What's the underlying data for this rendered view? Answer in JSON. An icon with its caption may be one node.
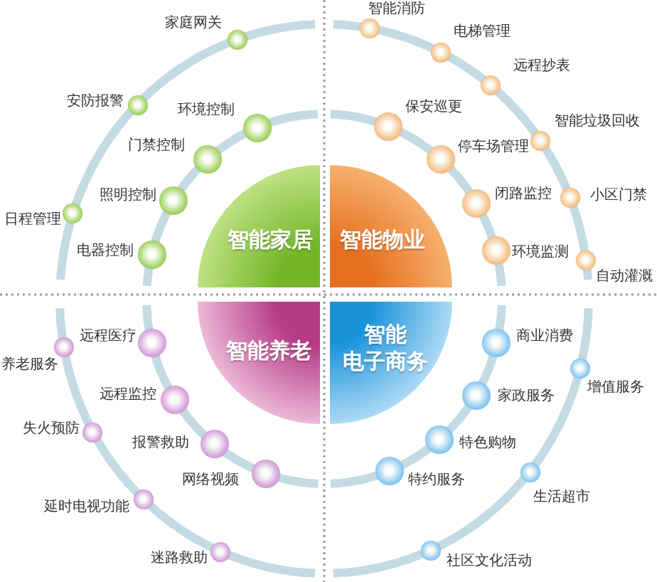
{
  "diagram": {
    "nodes": [
      {
        "text": [
          "智能家居"
        ]
      },
      {
        "text": [],
        "shape": "circle",
        "beside": [
          "环境控制"
        ]
      },
      {
        "text": [],
        "shape": "circle",
        "beside": [
          "门禁控制"
        ]
      },
      {
        "text": [],
        "shape": "circle",
        "beside": [
          "照明控制"
        ]
      },
      {
        "text": [],
        "shape": "circle",
        "beside": [
          "电器控制"
        ]
      },
      {
        "text": [],
        "shape": "circle",
        "beside": [
          "家庭网关"
        ]
      },
      {
        "text": [],
        "shape": "circle",
        "beside": [
          "安防报警"
        ]
      },
      {
        "text": [],
        "shape": "circle",
        "beside": [
          "日程管理"
        ]
      },
      {
        "text": [
          "智能物业"
        ]
      },
      {
        "text": [],
        "shape": "circle",
        "beside": [
          "保安巡更"
        ]
      },
      {
        "text": [],
        "shape": "circle",
        "beside": [
          "停车场管理"
        ]
      },
      {
        "text": [],
        "shape": "circle",
        "beside": [
          "闭路监控"
        ]
      },
      {
        "text": [],
        "shape": "circle",
        "beside": [
          "环境监测"
        ]
      },
      {
        "text": [],
        "shape": "circle",
        "beside": [
          "智能消防"
        ]
      },
      {
        "text": [],
        "shape": "circle",
        "beside": [
          "电梯管理"
        ]
      },
      {
        "text": [],
        "shape": "circle",
        "beside": [
          "远程抄表"
        ]
      },
      {
        "text": [],
        "shape": "circle",
        "beside": [
          "智能垃圾回收"
        ]
      },
      {
        "text": [],
        "shape": "circle",
        "beside": [
          "小区门禁"
        ]
      },
      {
        "text": [],
        "shape": "circle",
        "beside": [
          "自动灌溉"
        ]
      },
      {
        "text": [
          "智能养老"
        ]
      },
      {
        "text": [],
        "shape": "circle",
        "beside": [
          "远程医疗"
        ]
      },
      {
        "text": [],
        "shape": "circle",
        "beside": [
          "远程监控"
        ]
      },
      {
        "text": [],
        "shape": "circle",
        "beside": [
          "报警救助"
        ]
      },
      {
        "text": [],
        "shape": "circle",
        "beside": [
          "网络视频"
        ]
      },
      {
        "text": [],
        "shape": "circle",
        "beside": [
          "养老服务"
        ]
      },
      {
        "text": [],
        "shape": "circle",
        "beside": [
          "失火预防"
        ]
      },
      {
        "text": [],
        "shape": "circle",
        "beside": [
          "延时电视功能"
        ]
      },
      {
        "text": [],
        "shape": "circle",
        "beside": [
          "迷路救助"
        ]
      },
      {
        "text": [
          "智能电子商务"
        ]
      },
      {
        "text": [],
        "shape": "circle",
        "beside": [
          "商业消费"
        ]
      },
      {
        "text": [],
        "shape": "circle",
        "beside": [
          "家政服务"
        ]
      },
      {
        "text": [],
        "shape": "circle",
        "beside": [
          "特色购物"
        ]
      },
      {
        "text": [],
        "shape": "circle",
        "beside": [
          "特约服务"
        ]
      },
      {
        "text": [],
        "shape": "circle",
        "beside": [
          "增值服务"
        ]
      },
      {
        "text": [],
        "shape": "circle",
        "beside": [
          "生活超市"
        ]
      },
      {
        "text": [],
        "shape": "circle",
        "beside": [
          "社区文化活动"
        ]
      }
    ]
  }
}
